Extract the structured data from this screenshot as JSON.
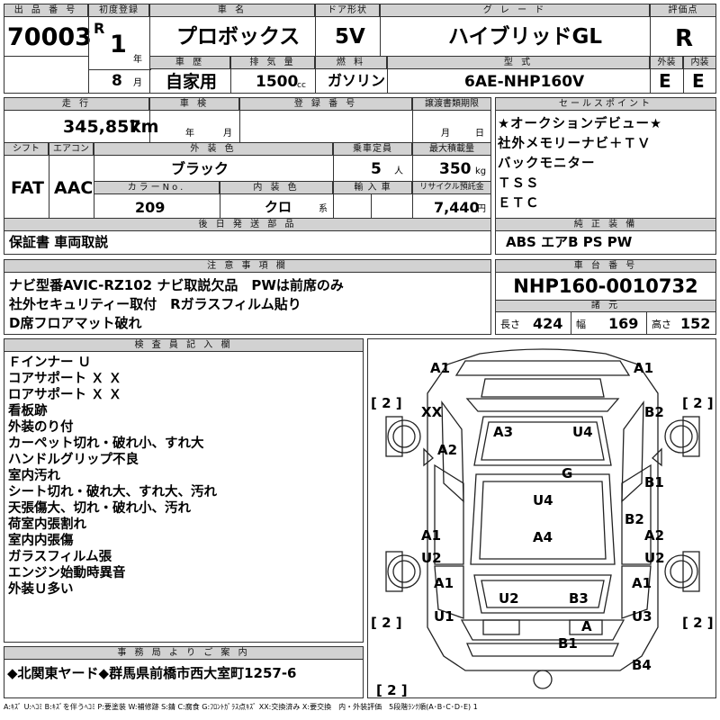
{
  "header": {
    "lot_label": "出 品 番 号",
    "lot_no": "70003",
    "first_reg_label": "初度登録",
    "era": "R",
    "year": "1",
    "year_unit": "年",
    "month": "8",
    "month_unit": "月",
    "name_label": "車 名",
    "car_name": "プロボックス",
    "door_label": "ドア形状",
    "door": "5V",
    "grade_label": "グ レ ー ド",
    "grade": "ハイブリッドGL",
    "score_label": "評価点",
    "score": "R",
    "history_label": "車 歴",
    "history": "自家用",
    "displacement_label": "排 気 量",
    "displacement": "1500",
    "displacement_unit": "cc",
    "fuel_label": "燃 料",
    "fuel": "ガソリン",
    "model_label": "型 式",
    "model": "6AE-NHP160V",
    "ext_label": "外装",
    "ext": "E",
    "int_label": "内装",
    "int": "E"
  },
  "row2": {
    "mileage_label": "走 行",
    "mileage": "345,857",
    "mileage_unit": "km",
    "inspection_label": "車 検",
    "inspection_year_unit": "年",
    "inspection_month_unit": "月",
    "regno_label": "登 録 番 号",
    "transfer_label": "譲渡書類期限",
    "transfer_month_unit": "月",
    "transfer_day_unit": "日",
    "shift_label": "シフト",
    "shift": "FAT",
    "ac_label": "エアコン",
    "ac": "AAC",
    "color_label": "外 装 色",
    "color": "ブラック",
    "capacity_label": "乗車定員",
    "capacity": "5",
    "capacity_unit": "人",
    "load_label": "最大積載量",
    "load": "350",
    "load_unit": "kg",
    "colorno_label": "カラーNo.",
    "colorno": "209",
    "intcolor_label": "内 装 色",
    "intcolor": "クロ",
    "intcolor_unit": "系",
    "import_label": "輸 入 車",
    "recycle_label": "リサイクル預託金",
    "recycle": "7,440",
    "recycle_unit": "円",
    "later_label": "後 日 発 送 部 品",
    "later": "保証書 車両取説"
  },
  "sales": {
    "label": "セールスポイント",
    "items": [
      "★オークションデビュー★",
      "社外メモリーナビ＋ＴＶ",
      "バックモニター",
      "ＴＳＳ",
      "ＥＴＣ"
    ]
  },
  "equipment": {
    "label": "純 正 装 備",
    "value": "ABS エアB PS PW"
  },
  "notes": {
    "label": "注 意 事 項 欄",
    "lines": [
      "ナビ型番AVIC-RZ102 ナビ取説欠品　PWは前席のみ",
      "社外セキュリティー取付　Rガラスフィルム貼り",
      "D席フロアマット破れ"
    ]
  },
  "chassis": {
    "label": "車 台 番 号",
    "value": "NHP160-0010732"
  },
  "specs": {
    "label": "諸 元",
    "len_label": "長さ",
    "len": "424",
    "wid_label": "幅",
    "wid": "169",
    "hgt_label": "高さ",
    "hgt": "152"
  },
  "inspector": {
    "label": "検 査 員 記 入 欄",
    "lines": [
      "Ｆインナー Ｕ",
      "コアサポート Ｘ Ｘ",
      "ロアサポート Ｘ Ｘ",
      "看板跡",
      "外装のり付",
      "カーペット切れ・破れ小、すれ大",
      "ハンドルグリップ不良",
      "室内汚れ",
      "シート切れ・破れ大、すれ大、汚れ",
      "天張傷大、切れ・破れ小、汚れ",
      "荷室内張割れ",
      "室内内張傷",
      "ガラスフィルム張",
      "エンジン始動時異音",
      "外装Ｕ多い"
    ]
  },
  "diagram": {
    "brackets": [
      "[ 2 ]",
      "[ 2 ]",
      "[ 2 ]",
      "[ 2 ]",
      "[ 2 ]"
    ],
    "labels": [
      "A1",
      "A1",
      "XX",
      "B2",
      "A3",
      "U4",
      "A2",
      "G",
      "B1",
      "U4",
      "B2",
      "A1",
      "A4",
      "A2",
      "U2",
      "U2",
      "A1",
      "A1",
      "U2",
      "B3",
      "U1",
      "U3",
      "A",
      "B1",
      "B4"
    ]
  },
  "office": {
    "label": "事 務 局 よ り ご 案 内",
    "value": "◆北関東ヤード◆群馬県前橋市西大室町1257-6"
  },
  "legend": "A:ｷｽﾞ U:ﾍｺﾐ B:ｷｽﾞを伴うﾍｺﾐ P:要塗装 W:補修跡 S:錆 C:腐食 G:ﾌﾛﾝﾄｶﾞﾗｽ点ｷｽﾞ XX:交換済み X:要交換　内・外装評価　5段階ﾗﾝｸ順(A･B･C･D･E) 1"
}
